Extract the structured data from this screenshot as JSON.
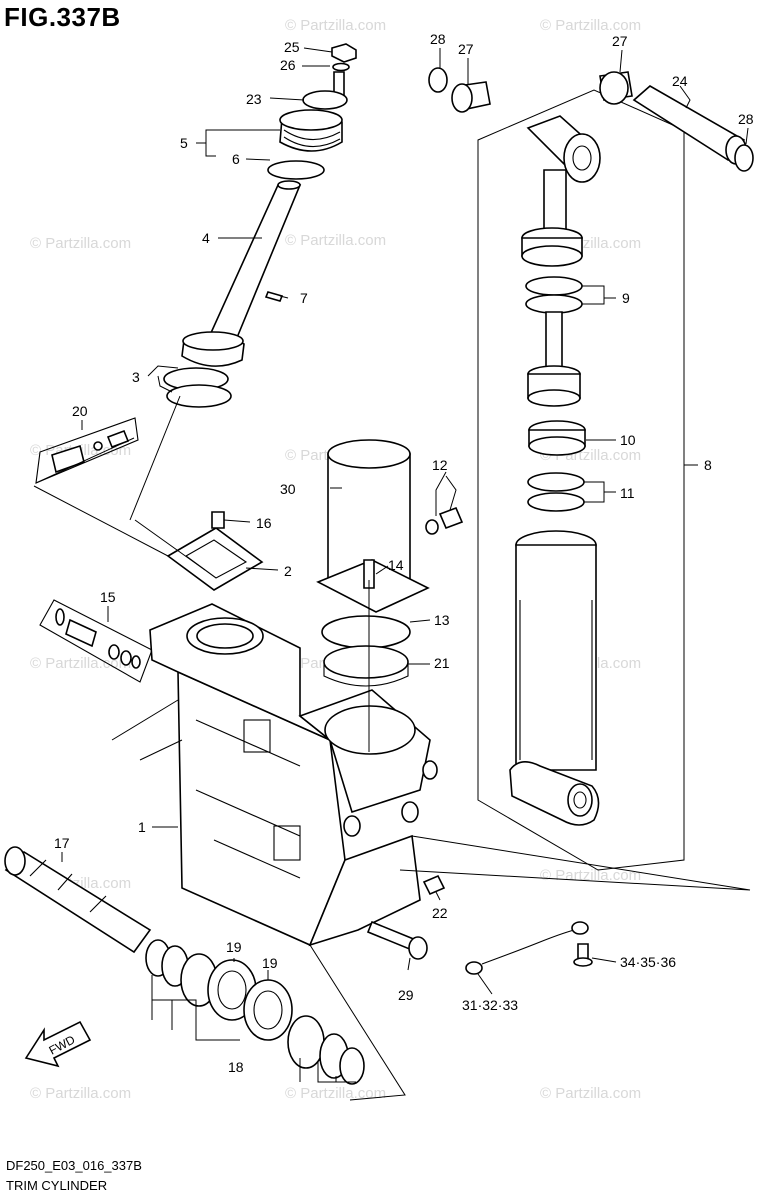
{
  "figure": {
    "title": "FIG.337B",
    "code": "DF250_E03_016_337B",
    "name": "TRIM CYLINDER"
  },
  "watermark": "© Partzilla.com",
  "fwd_label": "FWD",
  "callouts": {
    "c1": "1",
    "c2": "2",
    "c3": "3",
    "c4": "4",
    "c5": "5",
    "c6": "6",
    "c7": "7",
    "c8": "8",
    "c9": "9",
    "c10": "10",
    "c11": "11",
    "c12": "12",
    "c13": "13",
    "c14": "14",
    "c15": "15",
    "c16": "16",
    "c17": "17",
    "c18": "18",
    "c19a": "19",
    "c19b": "19",
    "c20": "20",
    "c21": "21",
    "c22": "22",
    "c23": "23",
    "c24": "24",
    "c25": "25",
    "c26": "26",
    "c27a": "27",
    "c27b": "27",
    "c28a": "28",
    "c28b": "28",
    "c29": "29",
    "c30": "30",
    "c313233": "31·32·33",
    "c343536": "34·35·36"
  }
}
